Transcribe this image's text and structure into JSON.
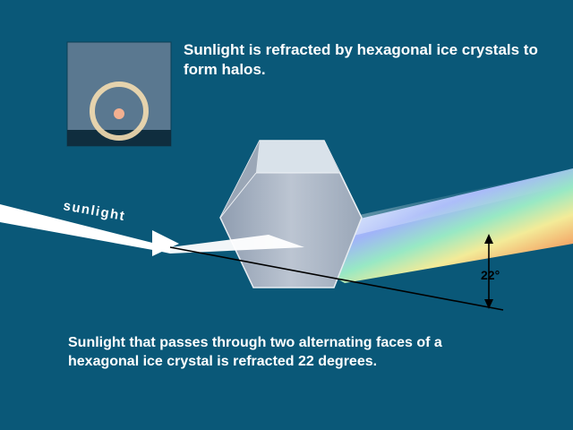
{
  "top_caption": "Sunlight is refracted by hexagonal ice crystals to form halos.",
  "bottom_caption": "Sunlight that passes through two alternating faces of a hexagonal ice crystal is refracted 22 degrees.",
  "beam_label": "sunlight",
  "angle_label": "22°",
  "colors": {
    "background": "#0a5878",
    "inset_sky": "#5a7890",
    "inset_ground": "#0f2d3e",
    "halo_ring": "#f4ddb0",
    "sun": "#f3b090",
    "crystal": "#b0bac8",
    "crystal_top": "#d9e2ea",
    "beam": "#ffffff"
  }
}
